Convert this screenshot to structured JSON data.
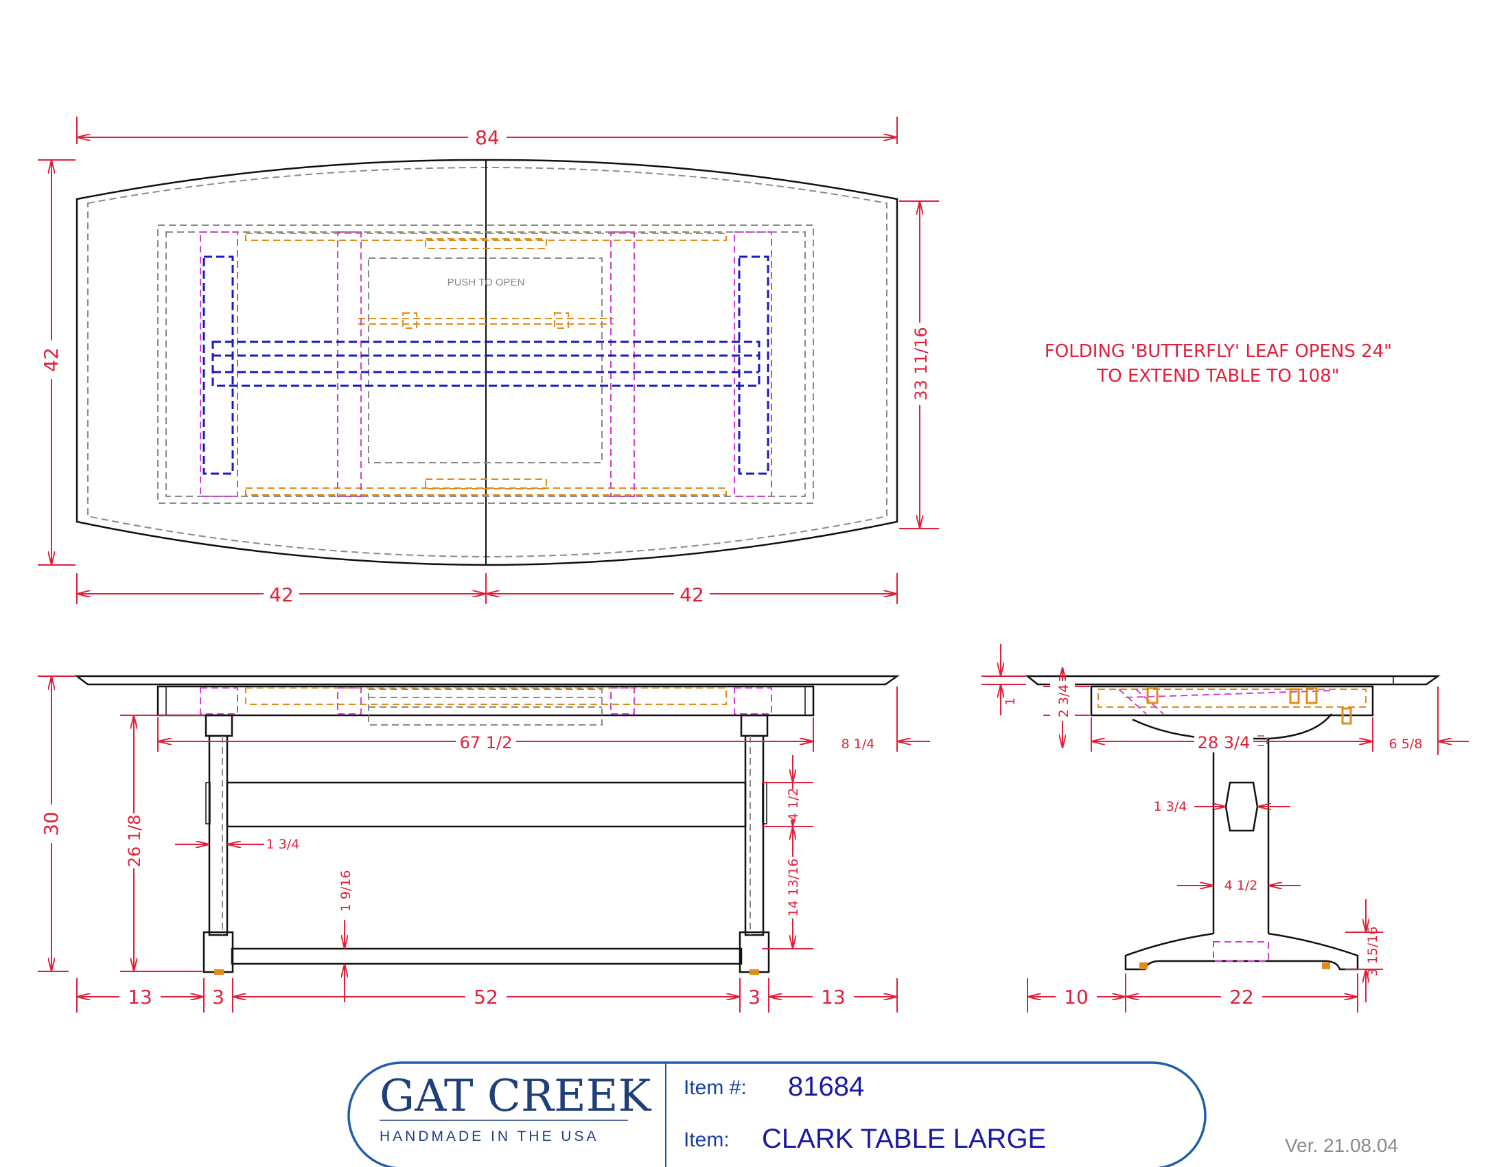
{
  "title_block": {
    "brand_name": "GAT CREEK",
    "brand_tagline": "HANDMADE IN THE USA",
    "item_number_label": "Item #:",
    "item_number": "81684",
    "item_label": "Item:",
    "item_name": "CLARK TABLE LARGE",
    "version": "Ver. 21.08.04"
  },
  "notes": {
    "leaf_line1": "FOLDING 'BUTTERFLY' LEAF OPENS 24\"",
    "leaf_line2": "TO EXTEND TABLE TO 108\"",
    "push_to_open": "PUSH TO OPEN"
  },
  "top_view": {
    "overall_length": "84",
    "overall_width": "42",
    "apron_width": "33 11/16",
    "half_left": "42",
    "half_right": "42"
  },
  "front_view": {
    "height": "30",
    "leg_height": "26 1/8",
    "apron_length": "67 1/2",
    "overhang": "8 1/4",
    "leg_width": "1 3/4",
    "stretcher_height": "4 1/2",
    "stretcher_gap": "14 13/16",
    "lower_clearance": "1 9/16",
    "end_left": "13",
    "foot_left": "3",
    "span": "52",
    "foot_right": "3",
    "end_right": "13"
  },
  "side_view": {
    "top_thickness": "1",
    "apron_depth": "2 3/4",
    "apron_width": "28 3/4",
    "overhang": "6 5/8",
    "pedestal_cutout": "1 3/4",
    "pedestal_width": "4 1/2",
    "foot_height": "3 15/16",
    "foot_offset": "10",
    "foot_span": "22"
  },
  "colors": {
    "dimension": "#e0203a",
    "outline": "#111111",
    "hidden_gray": "#8a8a8a",
    "hidden_magenta": "#d040d0",
    "hidden_orange": "#e08c1a",
    "hidden_blue": "#1818c8",
    "brand_blue": "#1f3f7a",
    "label_blue": "#1a3ea8"
  }
}
